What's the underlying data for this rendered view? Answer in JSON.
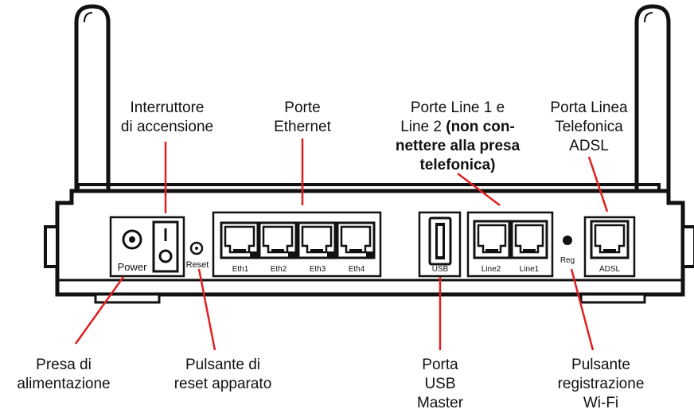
{
  "callouts": {
    "power_switch": [
      "Interruttore",
      "di accensione"
    ],
    "ethernet_ports": [
      "Porte",
      "Ethernet"
    ],
    "line_ports": {
      "line1": "Porte Line 1 e",
      "line2_plain": "Line 2 ",
      "line2_bold": "(non con-",
      "line3_bold": "nettere alla presa",
      "line4_bold": "telefonica)"
    },
    "adsl_port": [
      "Porta Linea",
      "Telefonica",
      "ADSL"
    ],
    "power_jack": [
      "Presa di",
      "alimentazione"
    ],
    "reset_button": [
      "Pulsante di",
      "reset apparato"
    ],
    "usb_port": [
      "Porta",
      "USB",
      "Master"
    ],
    "wifi_button": [
      "Pulsante",
      "registrazione",
      "Wi-Fi"
    ]
  },
  "panel_labels": {
    "power": "Power",
    "reset": "Reset",
    "eth": [
      "Eth1",
      "Eth2",
      "Eth3",
      "Eth4"
    ],
    "usb": "USB",
    "lines": [
      "Line2",
      "Line1"
    ],
    "reg": "Reg",
    "adsl": "ADSL"
  },
  "colors": {
    "leader": "#e02020",
    "outline": "#111111"
  }
}
